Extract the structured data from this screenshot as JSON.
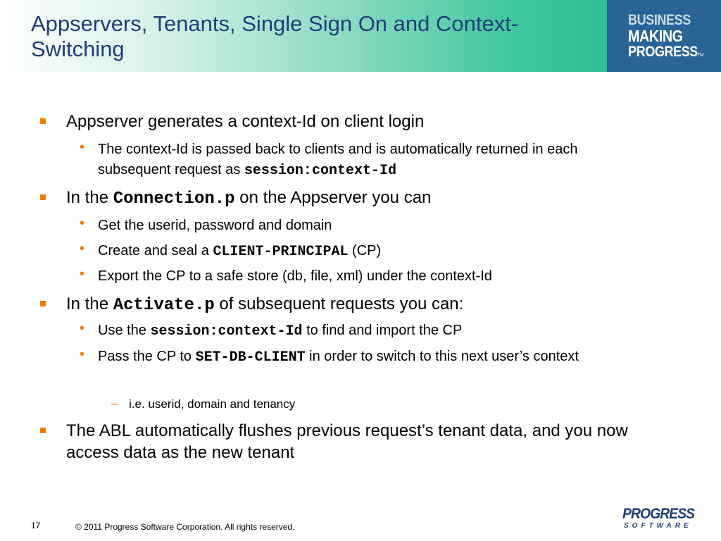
{
  "header": {
    "title": "Appservers, Tenants, Single Sign On and Context-Switching",
    "brand_lines": [
      "BUSINESS",
      "MAKING",
      "PROGRESS"
    ],
    "brand_tm": "TM"
  },
  "body": {
    "b1": {
      "text": "Appserver generates a context-Id on client login"
    },
    "b1_1": {
      "pre": "The context-Id is passed back to clients and is automatically returned in each subsequent request as ",
      "code": "session:context-Id"
    },
    "b2": {
      "pre": "In the ",
      "code": "Connection.p",
      "post": " on the Appserver you can"
    },
    "b2_1": {
      "text": "Get the userid, password  and domain"
    },
    "b2_2": {
      "pre": "Create and seal a ",
      "code": "CLIENT-PRINCIPAL",
      "post": " (CP)"
    },
    "b2_3": {
      "text": "Export the CP to a safe store (db, file, xml) under the context-Id"
    },
    "b3": {
      "pre": "In the ",
      "code": "Activate.p",
      "post": " of subsequent requests you can:"
    },
    "b3_1": {
      "pre": "Use the ",
      "code": "session:context-Id",
      "post": " to find and import the CP"
    },
    "b3_2": {
      "pre": "Pass the CP to ",
      "code": "SET-DB-CLIENT",
      "post": " in order to switch to this next user’s context"
    },
    "b3_2_1": {
      "text": "i.e. userid, domain and tenancy"
    },
    "b4": {
      "text": "The ABL automatically flushes previous request’s tenant data, and you now access data as the new tenant"
    }
  },
  "footer": {
    "page_number": "17",
    "copyright": "© 2011 Progress Software Corporation. All rights reserved.",
    "logo_top": "PROGRESS",
    "logo_bottom": "SOFTWARE"
  },
  "colors": {
    "title": "#1f3d7a",
    "bullet": "#f07d00",
    "brand_box": "#2a6496",
    "header_gradient_end": "#2fbf94"
  }
}
